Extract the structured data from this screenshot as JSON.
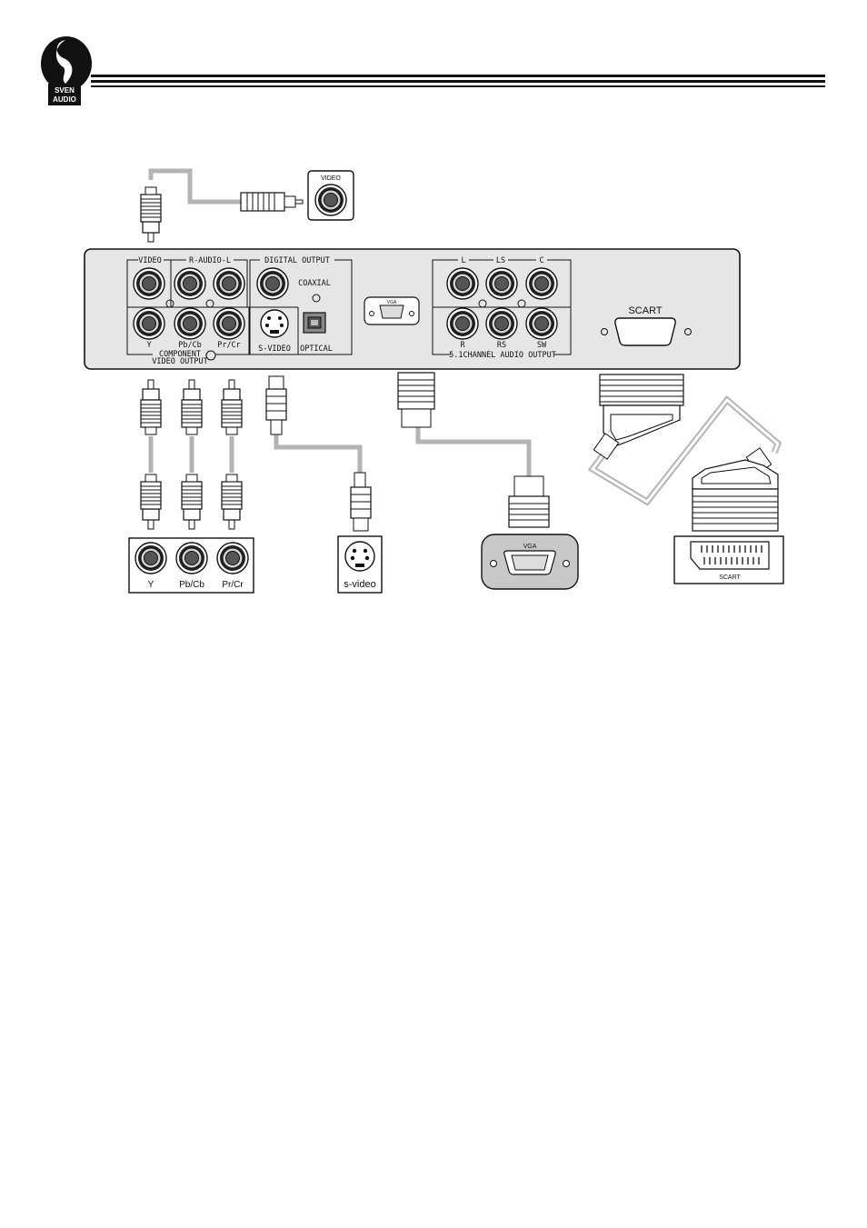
{
  "brand": {
    "logo_line1": "SVEN",
    "logo_line2": "AUDIO"
  },
  "panel": {
    "video_label": "VIDEO",
    "audio_label": "R-AUDIO-L",
    "digital_output_label": "DIGITAL OUTPUT",
    "coaxial_label": "COAXIAL",
    "optical_label": "OPTICAL",
    "svideo_label": "S-VIDEO",
    "y_label": "Y",
    "pb_label": "Pb/Cb",
    "pr_label": "Pr/Cr",
    "component_line1": "COMPONENT",
    "component_line2": "VIDEO OUTPUT",
    "vga_label": "VGA",
    "ch_l": "L",
    "ch_ls": "LS",
    "ch_c": "C",
    "ch_r": "R",
    "ch_rs": "RS",
    "ch_sw": "SW",
    "channel_output_label": "5.1CHANNEL AUDIO OUTPUT",
    "scart_label": "SCART"
  },
  "targets": {
    "tv_video_label": "VIDEO",
    "y_label": "Y",
    "pb_label": "Pb/Cb",
    "pr_label": "Pr/Cr",
    "svideo_label": "s-video",
    "vga_label": "VGA",
    "scart_label": "SCART"
  },
  "colors": {
    "panel_fill": "#e6e6e6",
    "cable": "#b4b4b4",
    "dark": "#111111"
  }
}
